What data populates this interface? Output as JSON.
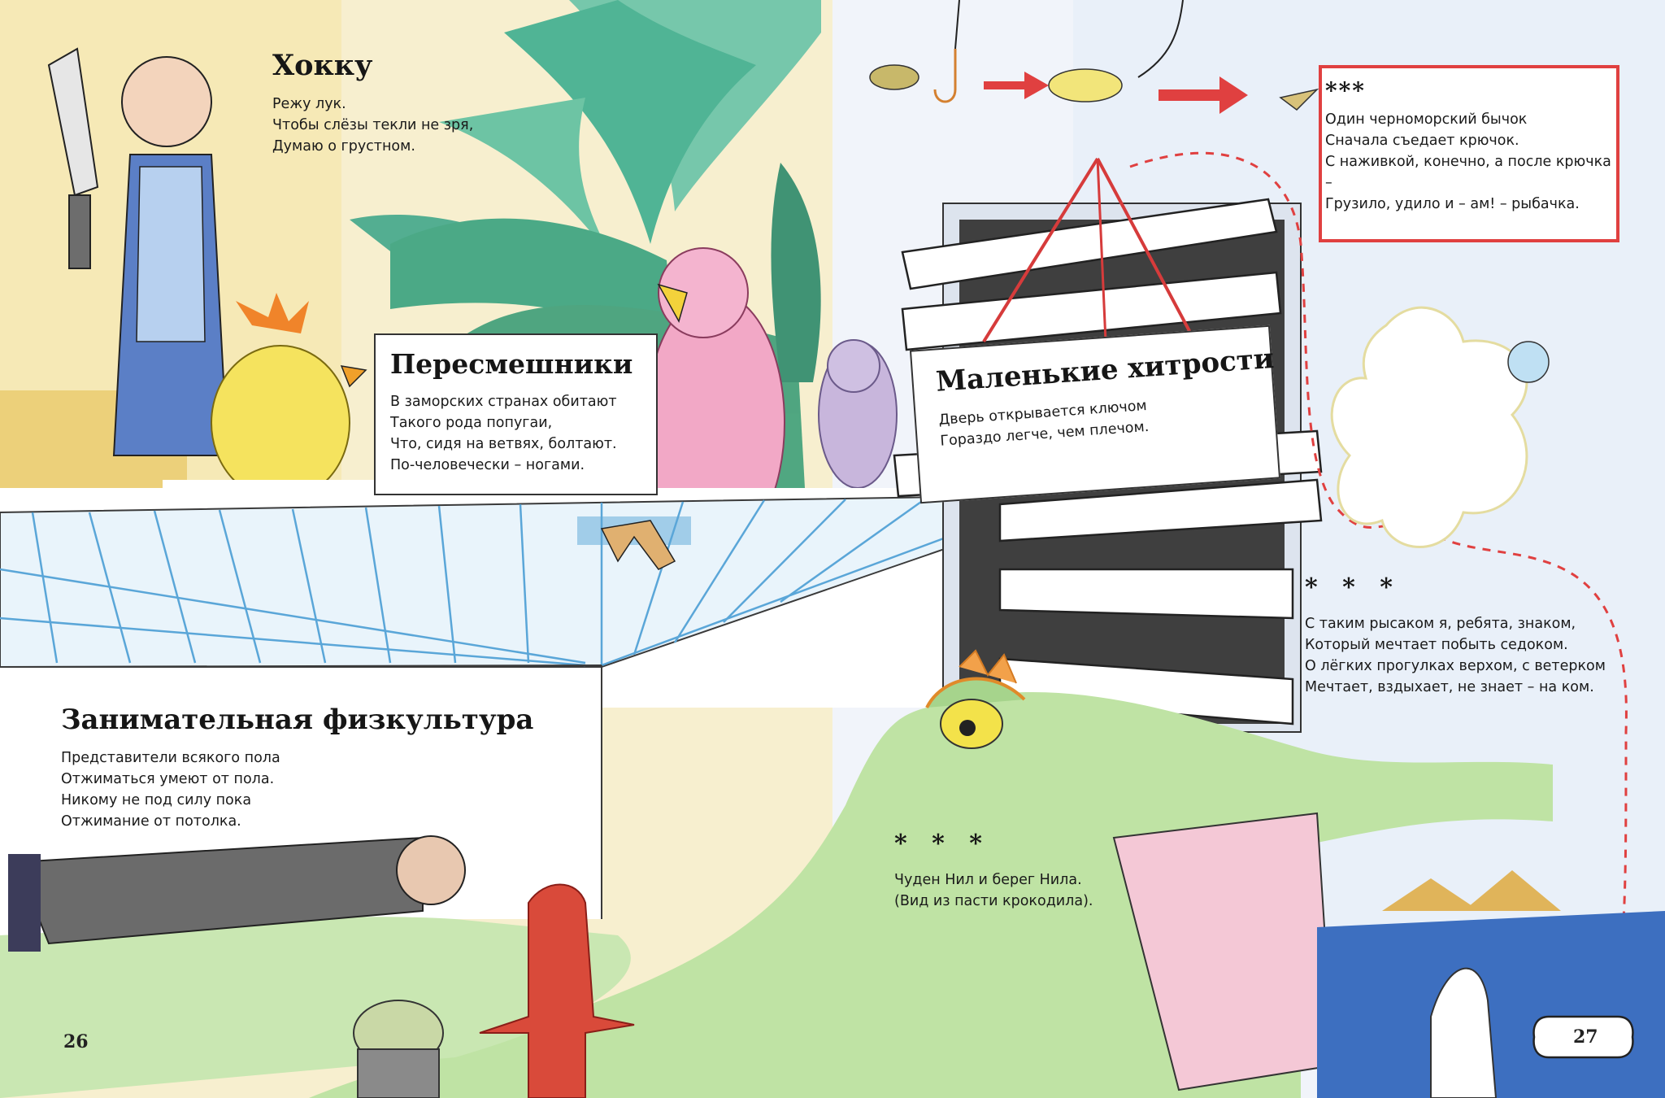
{
  "page_left": "26",
  "page_right": "27",
  "haiku": {
    "title": "Хокку",
    "lines": [
      "Режу лук.",
      "Чтобы слёзы текли не зря,",
      "Думаю о грустном."
    ]
  },
  "mockingbirds": {
    "title": "Пересмешники",
    "lines": [
      "В заморских странах обитают",
      "Такого рода попугаи,",
      "Что, сидя на ветвях, болтают.",
      "По-человечески – ногами."
    ]
  },
  "fitness": {
    "title": "Занимательная физкультура",
    "lines": [
      "Представители всякого пола",
      "Отжиматься умеют от пола.",
      "Никому не под силу пока",
      "Отжимание от потолка."
    ]
  },
  "tricks": {
    "title": "Маленькие хитрости",
    "lines": [
      "Дверь открывается ключом",
      "Гораздо легче, чем плечом."
    ]
  },
  "goby": {
    "stars": "***",
    "lines": [
      "Один черноморский бычок",
      "Сначала съедает крючок.",
      "С наживкой, конечно, а после крючка –",
      "Грузило, удило и – ам! – рыбачка."
    ]
  },
  "trotter": {
    "stars": "* * *",
    "lines": [
      "С таким рысаком я, ребята, знаком,",
      "Который мечтает побыть седоком.",
      "О лёгких прогулках верхом, с ветерком",
      "Мечтает, вздыхает, не знает – на ком."
    ]
  },
  "nile": {
    "stars": "* * *",
    "lines": [
      "Чуден Нил и берег Нила.",
      "(Вид из пасти крокодила)."
    ]
  }
}
